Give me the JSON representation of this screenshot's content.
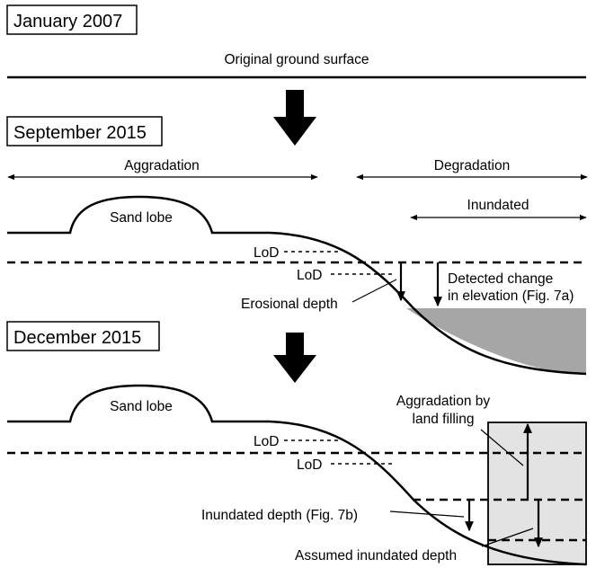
{
  "panels": {
    "jan2007": {
      "date": "January 2007",
      "surface_label": "Original ground surface"
    },
    "sep2015": {
      "date": "September 2015",
      "aggradation_label": "Aggradation",
      "degradation_label": "Degradation",
      "inundated_label": "Inundated",
      "sand_lobe_label": "Sand lobe",
      "lod_upper_label": "LoD",
      "lod_lower_label": "LoD",
      "erosional_depth_label": "Erosional depth",
      "detected_change_line1": "Detected change",
      "detected_change_line2": "in elevation (Fig. 7a)"
    },
    "dec2015": {
      "date": "December 2015",
      "sand_lobe_label": "Sand lobe",
      "lod_upper_label": "LoD",
      "lod_lower_label": "LoD",
      "aggradation_fill_line1": "Aggradation by",
      "aggradation_fill_line2": "land filling",
      "inundated_depth_label": "Inundated depth (Fig. 7b)",
      "assumed_depth_label": "Assumed inundated depth"
    }
  },
  "colors": {
    "water_fill": "#a6a6a6",
    "landfill_box_fill": "#e3e3e3",
    "line": "#000000"
  }
}
